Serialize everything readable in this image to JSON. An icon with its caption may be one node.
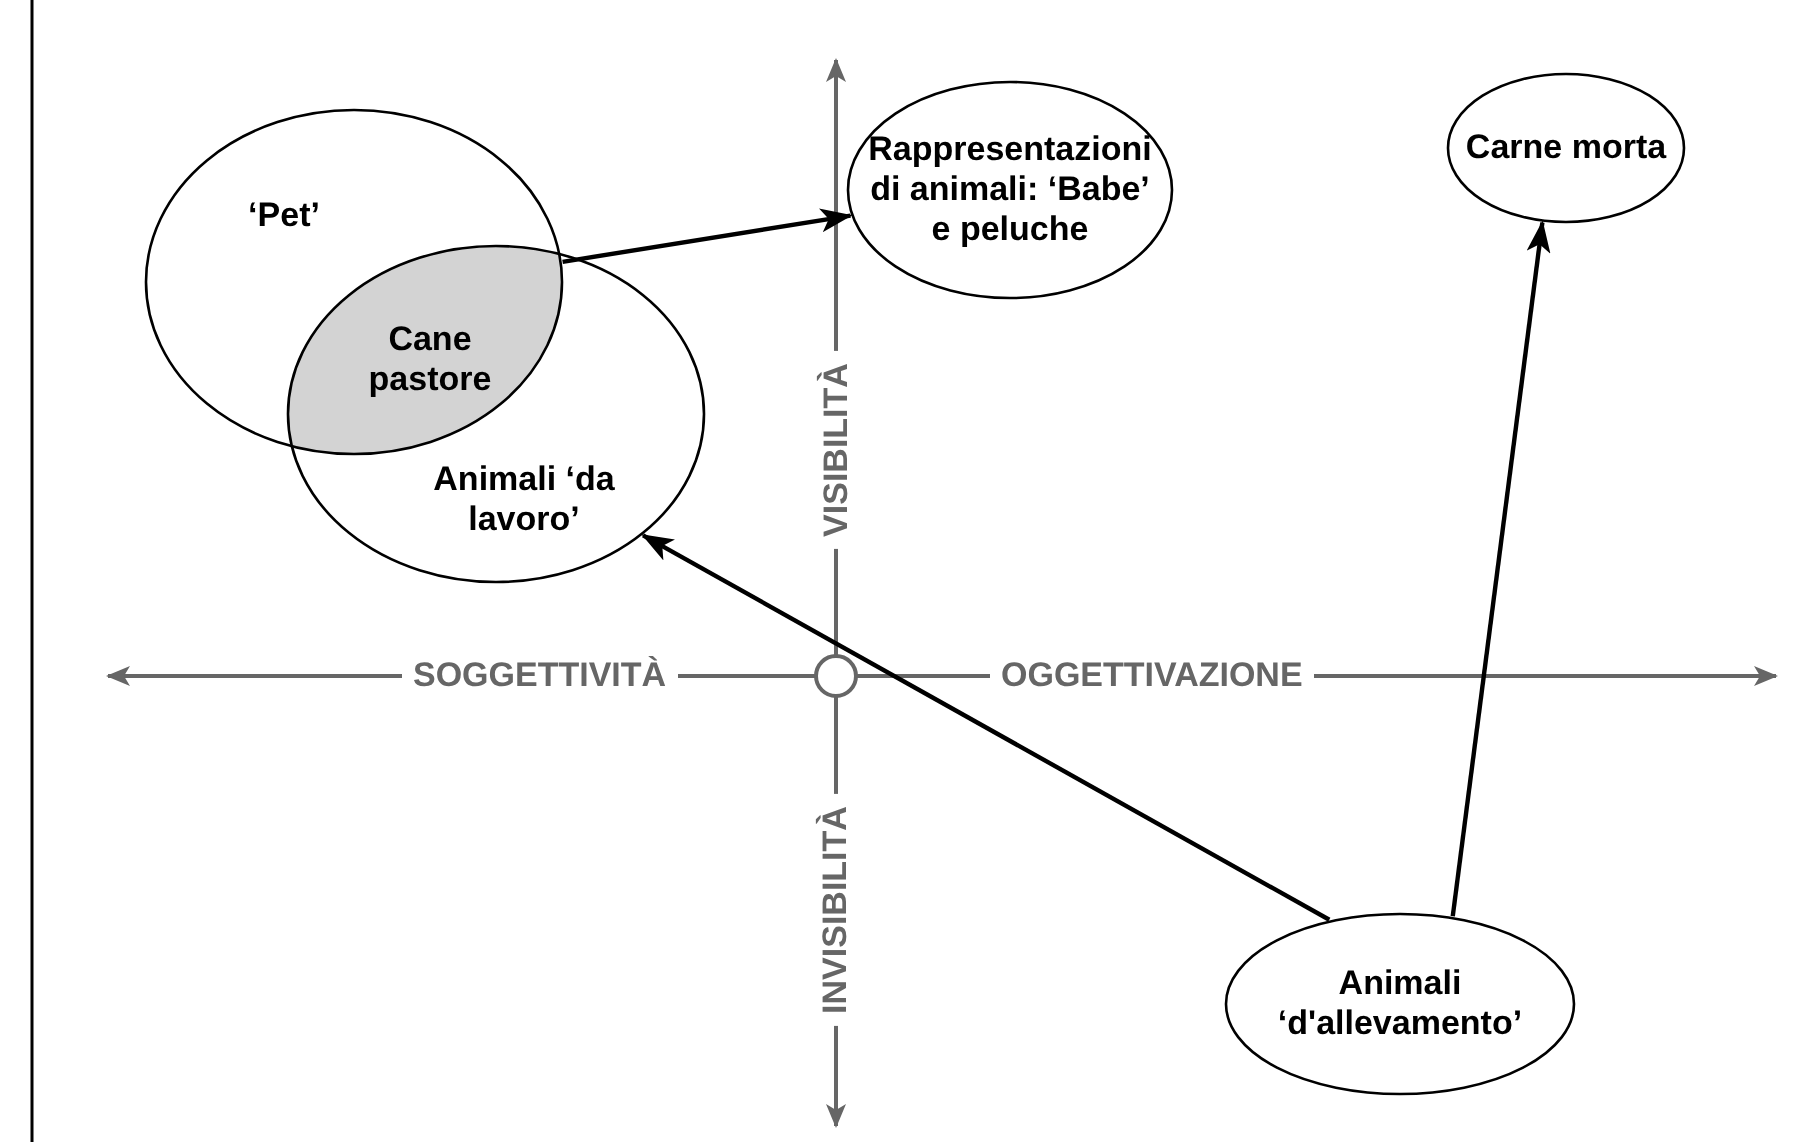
{
  "diagram": {
    "nodes": [
      {
        "text": [
          "‘Pet’"
        ]
      },
      {
        "text": [
          "Cane pastore"
        ]
      },
      {
        "text": [
          "Animali ‘da lavoro’"
        ]
      },
      {
        "text": [
          "Rappresentazioni di animali: ‘Babe’ e peluche"
        ]
      },
      {
        "text": [
          "Carne morta"
        ]
      },
      {
        "text": [
          "Animali ‘d'allevamento’"
        ]
      }
    ],
    "edges": [
      {
        "from": 1,
        "to": 3,
        "arrow": "to"
      },
      {
        "from": 5,
        "to": 2,
        "arrow": "to"
      },
      {
        "from": 5,
        "to": 4,
        "arrow": "to"
      }
    ],
    "labels": [
      "VISIBILITÀ",
      "SOGGETTIVITÀ",
      "OGGETTIVAZIONE",
      "INVISIBILITÀ"
    ]
  }
}
